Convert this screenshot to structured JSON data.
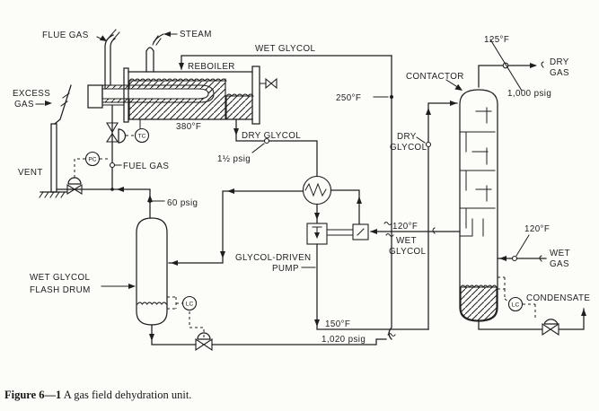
{
  "colors": {
    "ink": "#1e1e1e",
    "paper": "#fcfcf9"
  },
  "caption": {
    "figure_label": "Figure 6—1",
    "text": " A gas field dehydration unit."
  },
  "labels": {
    "flue_gas": "FLUE GAS",
    "steam": "STEAM",
    "reboiler": "REBOILER",
    "wet_glycol_top": "WET GLYCOL",
    "excess_line1": "EXCESS",
    "excess_line2": "GAS",
    "vent": "VENT",
    "fuel_gas": "FUEL GAS",
    "temp_380": "380°F",
    "dry_glycol_reboiler": "DRY GLYCOL",
    "psig_1_5": "1½ psig",
    "temp_250": "250°F",
    "psig_60": "60 psig",
    "contactor": "CONTACTOR",
    "temp_125": "125°F",
    "dry_gas_line1": "DRY",
    "dry_gas_line2": "GAS",
    "psig_1000": "1,000 psig",
    "dry_glycol_line1": "DRY",
    "dry_glycol_line2": "GLYCOL",
    "temp_120_pump": "120°F",
    "wet_glycol_pump_line1": "WET",
    "wet_glycol_pump_line2": "GLYCOL",
    "pump_line1": "GLYCOL-DRIVEN",
    "pump_line2": "PUMP",
    "flash_drum_line1": "WET GLYCOL",
    "flash_drum_line2": "FLASH DRUM",
    "temp_150": "150°F",
    "psig_1020": "1,020 psig",
    "temp_120_contactor": "120°F",
    "wet_gas_line1": "WET",
    "wet_gas_line2": "GAS",
    "condensate": "CONDENSATE"
  },
  "instruments": {
    "tc": "TC",
    "pc": "PC",
    "lc_flash": "LC",
    "lc_contactor": "LC"
  }
}
